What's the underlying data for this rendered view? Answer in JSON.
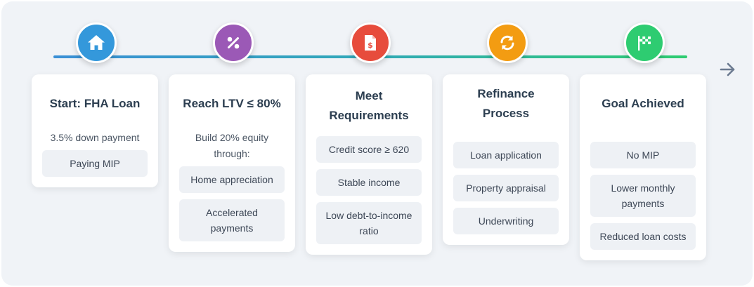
{
  "steps": [
    {
      "title": "Start: FHA Loan",
      "description": "3.5% down payment",
      "items": [
        "Paying MIP"
      ],
      "icon": "house-icon",
      "color": "#3498db"
    },
    {
      "title": "Reach LTV ≤ 80%",
      "description": "Build 20% equity through:",
      "items": [
        "Home appreciation",
        "Accelerated payments"
      ],
      "icon": "percent-icon",
      "color": "#9b59b6"
    },
    {
      "title": "Meet Requirements",
      "description": "",
      "items": [
        "Credit score ≥ 620",
        "Stable income",
        "Low debt-to-income ratio"
      ],
      "icon": "dollar-document-icon",
      "color": "#e74c3c"
    },
    {
      "title": "Refinance Process",
      "description": "",
      "items": [
        "Loan application",
        "Property appraisal",
        "Underwriting"
      ],
      "icon": "sync-arrows-icon",
      "color": "#f39c12"
    },
    {
      "title": "Goal Achieved",
      "description": "",
      "items": [
        "No MIP",
        "Lower monthly payments",
        "Reduced loan costs"
      ],
      "icon": "checkered-flag-icon",
      "color": "#2ecc71"
    }
  ],
  "next_arrow_icon": "arrow-right-icon"
}
